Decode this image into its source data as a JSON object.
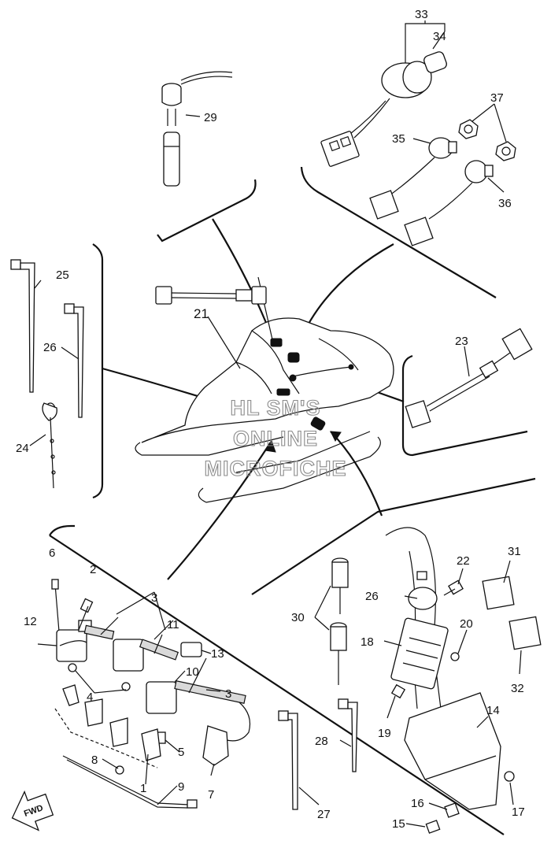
{
  "watermark": {
    "line1": "HL SM'S",
    "line2": "ONLINE",
    "line3": "MICROFICHE"
  },
  "direction_badge": "FWD",
  "callouts": [
    {
      "id": "c33",
      "text": "33"
    },
    {
      "id": "c34",
      "text": "34"
    },
    {
      "id": "c29",
      "text": "29"
    },
    {
      "id": "c37",
      "text": "37"
    },
    {
      "id": "c35",
      "text": "35"
    },
    {
      "id": "c36",
      "text": "36"
    },
    {
      "id": "c25",
      "text": "25"
    },
    {
      "id": "c26a",
      "text": "26"
    },
    {
      "id": "c21",
      "text": "21"
    },
    {
      "id": "c23",
      "text": "23"
    },
    {
      "id": "c24",
      "text": "24"
    },
    {
      "id": "c6",
      "text": "6"
    },
    {
      "id": "c2",
      "text": "2"
    },
    {
      "id": "c3a",
      "text": "3"
    },
    {
      "id": "c12",
      "text": "12"
    },
    {
      "id": "c11",
      "text": "11"
    },
    {
      "id": "c13",
      "text": "13"
    },
    {
      "id": "c10",
      "text": "10"
    },
    {
      "id": "c4",
      "text": "4"
    },
    {
      "id": "c3b",
      "text": "3"
    },
    {
      "id": "c5",
      "text": "5"
    },
    {
      "id": "c8",
      "text": "8"
    },
    {
      "id": "c1",
      "text": "1"
    },
    {
      "id": "c7",
      "text": "7"
    },
    {
      "id": "c9",
      "text": "9"
    },
    {
      "id": "c22",
      "text": "22"
    },
    {
      "id": "c31",
      "text": "31"
    },
    {
      "id": "c26b",
      "text": "26"
    },
    {
      "id": "c30",
      "text": "30"
    },
    {
      "id": "c20",
      "text": "20"
    },
    {
      "id": "c18",
      "text": "18"
    },
    {
      "id": "c32",
      "text": "32"
    },
    {
      "id": "c14",
      "text": "14"
    },
    {
      "id": "c19",
      "text": "19"
    },
    {
      "id": "c28",
      "text": "28"
    },
    {
      "id": "c27",
      "text": "27"
    },
    {
      "id": "c16",
      "text": "16"
    },
    {
      "id": "c17",
      "text": "17"
    },
    {
      "id": "c15",
      "text": "15"
    }
  ]
}
